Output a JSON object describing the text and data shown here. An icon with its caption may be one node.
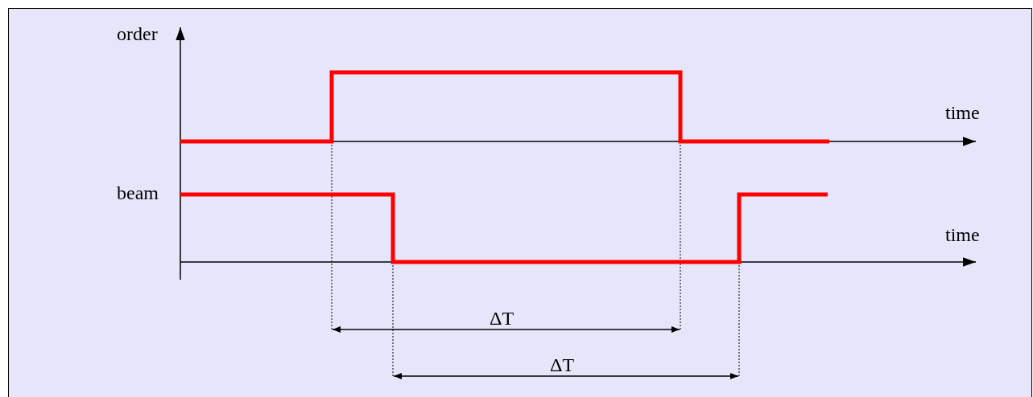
{
  "diagram": {
    "labels": [
      "order",
      "time",
      "beam",
      "time",
      "ΔT",
      "ΔT"
    ]
  }
}
